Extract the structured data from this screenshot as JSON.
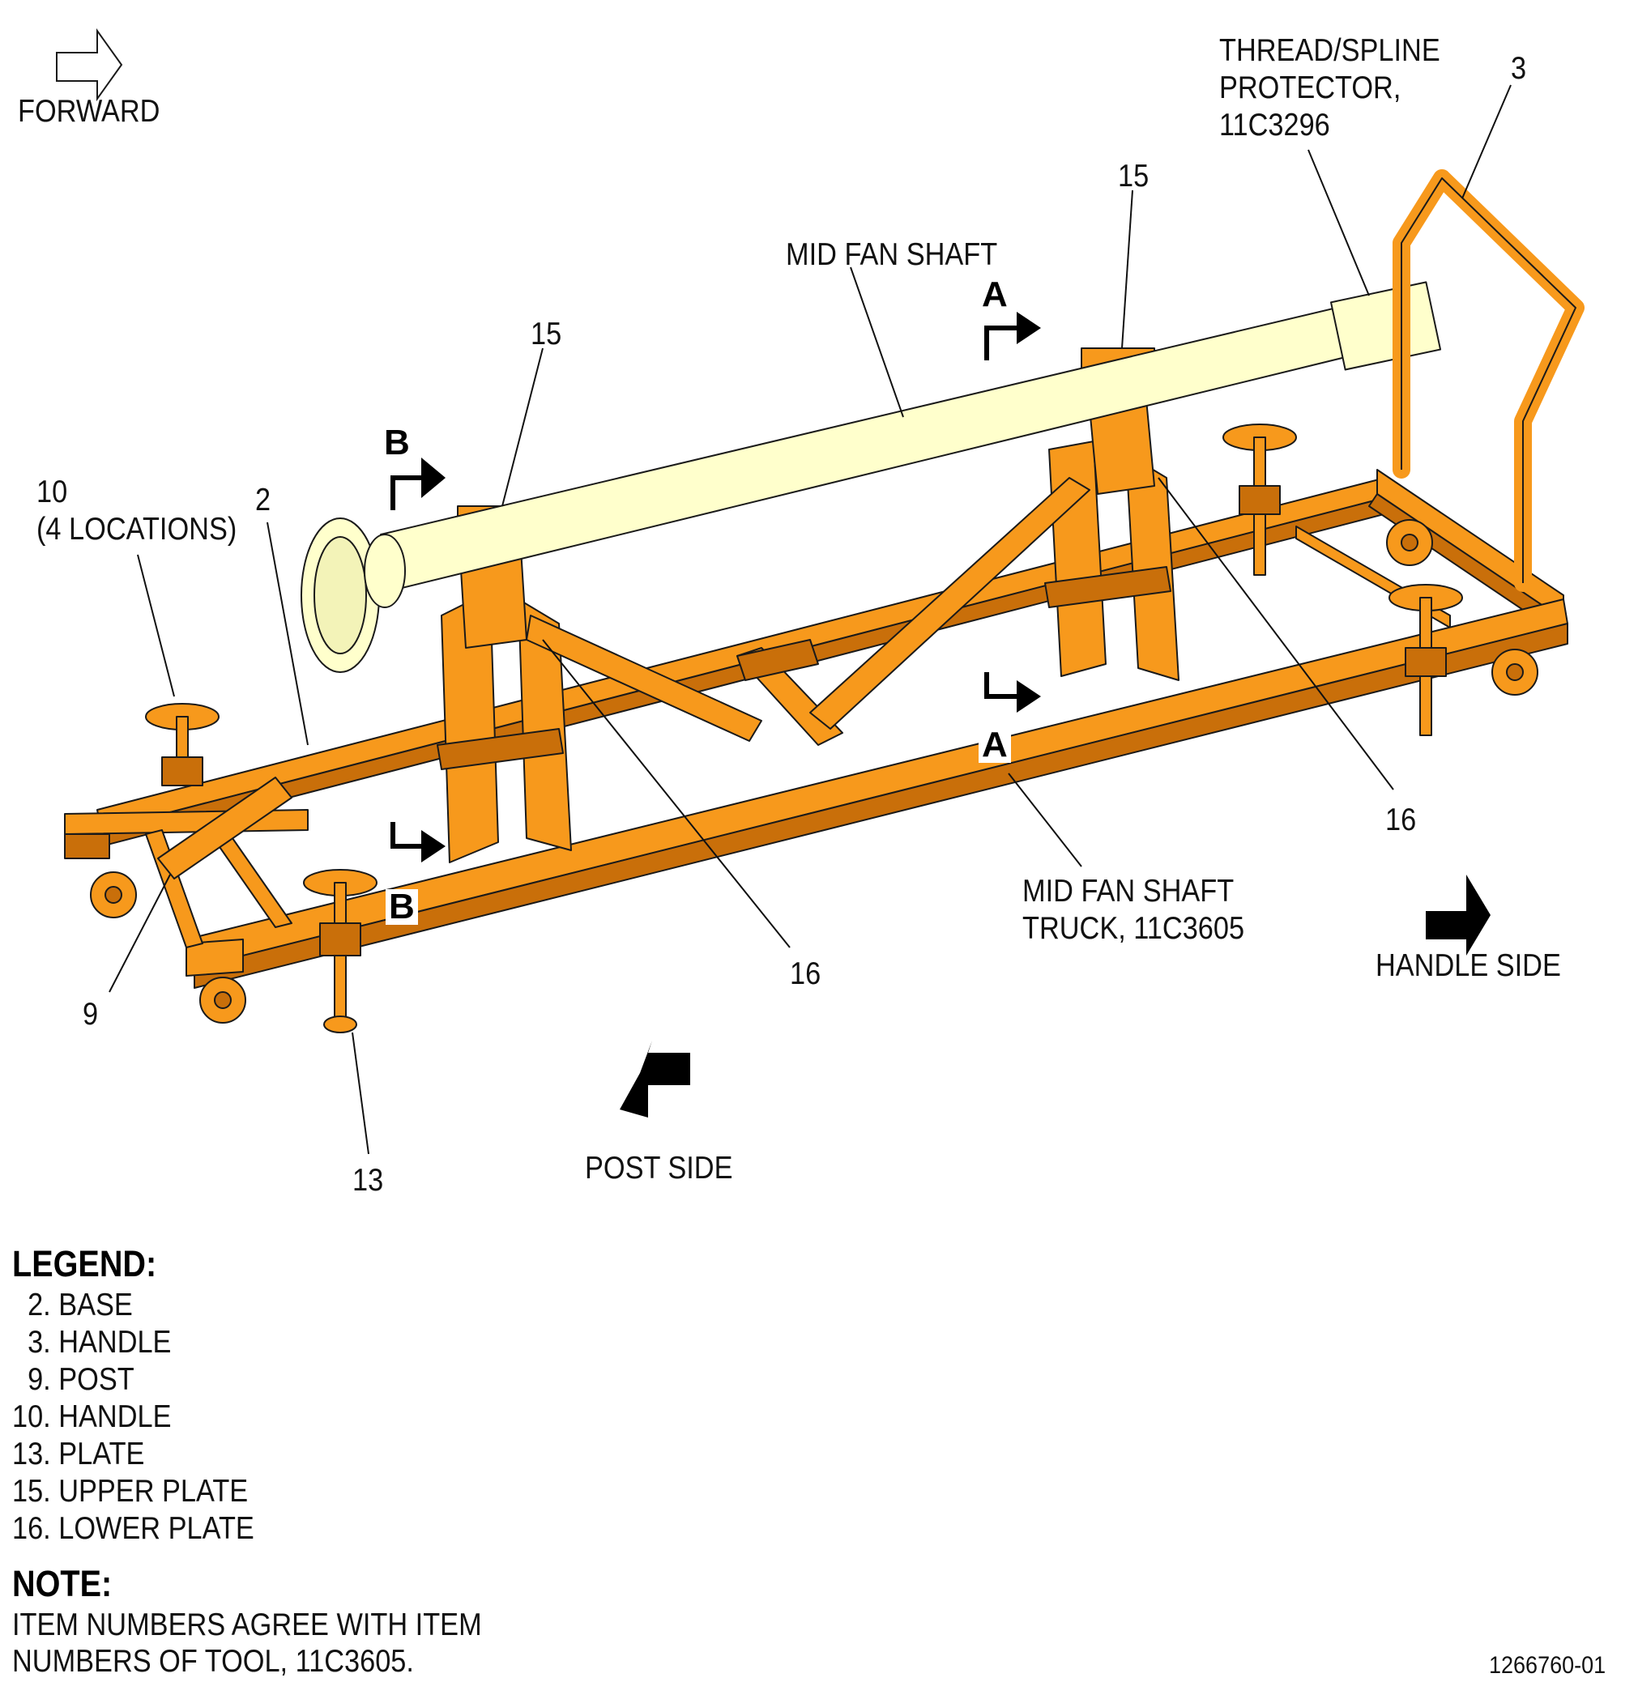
{
  "colors": {
    "frame": "#f7991c",
    "frame_dark": "#c96f0a",
    "shaft": "#ffffcc",
    "outline": "#1a1a1a"
  },
  "orientation": {
    "forward": "FORWARD",
    "handle_side": "HANDLE SIDE",
    "post_side": "POST SIDE"
  },
  "callouts": {
    "thread_spline": "THREAD/SPLINE\nPROTECTOR,\n11C3296",
    "item3": "3",
    "item15_right": "15",
    "item15_left": "15",
    "mid_fan_shaft": "MID FAN SHAFT",
    "item10": "10\n(4 LOCATIONS)",
    "item2": "2",
    "item16_right": "16",
    "item16_left": "16",
    "truck": "MID FAN SHAFT\nTRUCK, 11C3605",
    "item9": "9",
    "item13": "13"
  },
  "sections": {
    "a_top": "A",
    "a_bottom": "A",
    "b_top": "B",
    "b_bottom": "B"
  },
  "legend": {
    "title": "LEGEND:",
    "items": [
      "  2. BASE",
      "  3. HANDLE",
      "  9. POST",
      "10. HANDLE",
      "13. PLATE",
      "15. UPPER PLATE",
      "16. LOWER PLATE"
    ]
  },
  "note": {
    "title": "NOTE:",
    "lines": [
      "ITEM NUMBERS AGREE WITH ITEM",
      "NUMBERS OF TOOL, 11C3605."
    ]
  },
  "figure_number": "1266760-01"
}
